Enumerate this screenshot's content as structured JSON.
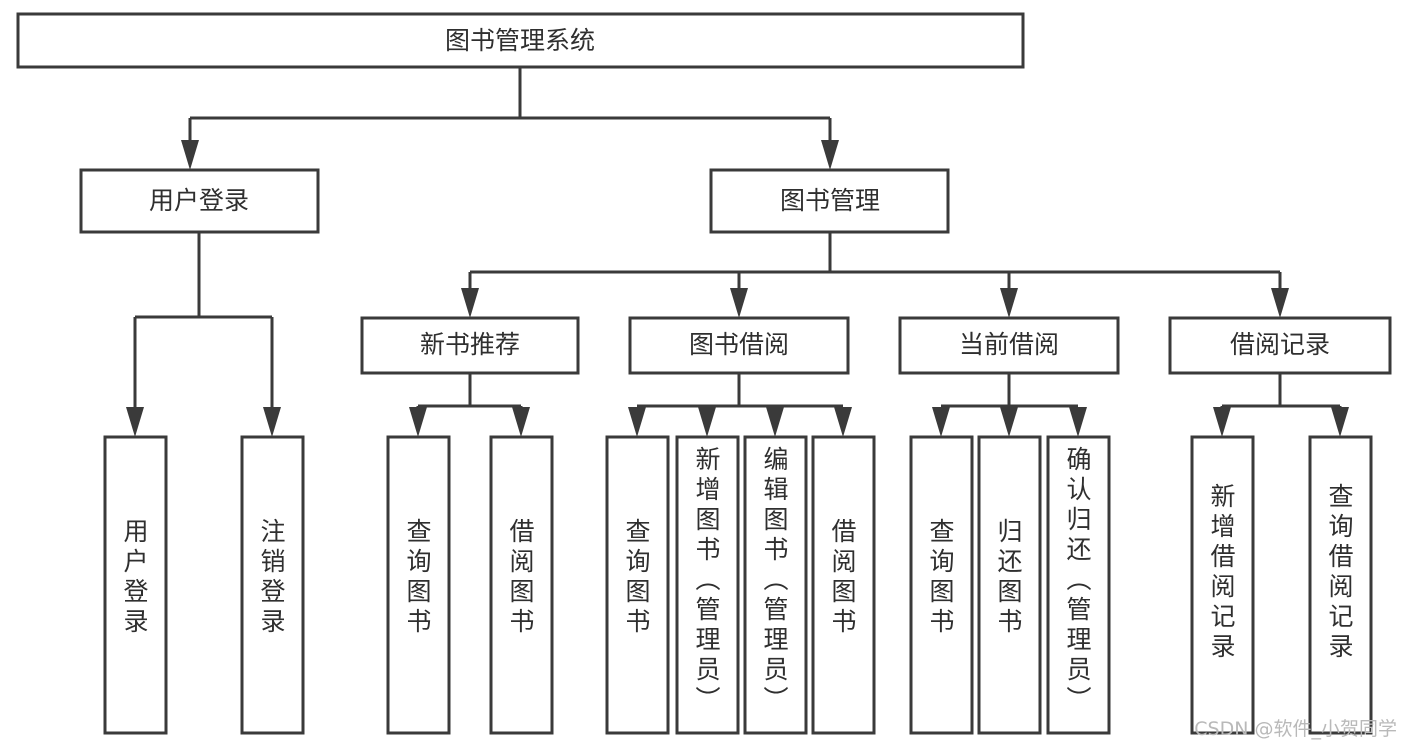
{
  "diagram": {
    "title": "图书管理系统",
    "type": "tree-hierarchy-chart",
    "root": {
      "id": "root",
      "label": "图书管理系统"
    },
    "level2": [
      {
        "id": "user-login",
        "label": "用户登录"
      },
      {
        "id": "book-manage",
        "label": "图书管理"
      }
    ],
    "level3": [
      {
        "id": "new-book-recommend",
        "label": "新书推荐"
      },
      {
        "id": "book-borrow",
        "label": "图书借阅"
      },
      {
        "id": "current-borrow",
        "label": "当前借阅"
      },
      {
        "id": "borrow-record",
        "label": "借阅记录"
      }
    ],
    "leaves": {
      "user-login": [
        {
          "id": "leaf-user-login",
          "label": "用户登录"
        },
        {
          "id": "leaf-logout-login",
          "label": "注销登录"
        }
      ],
      "new-book-recommend": [
        {
          "id": "leaf-query-book-1",
          "label": "查询图书"
        },
        {
          "id": "leaf-borrow-book-1",
          "label": "借阅图书"
        }
      ],
      "book-borrow": [
        {
          "id": "leaf-query-book-2",
          "label": "查询图书"
        },
        {
          "id": "leaf-add-book",
          "label": "新增图书（管理员）"
        },
        {
          "id": "leaf-edit-book",
          "label": "编辑图书（管理员）"
        },
        {
          "id": "leaf-borrow-book-2",
          "label": "借阅图书"
        }
      ],
      "current-borrow": [
        {
          "id": "leaf-query-book-3",
          "label": "查询图书"
        },
        {
          "id": "leaf-return-book",
          "label": "归还图书"
        },
        {
          "id": "leaf-confirm-return",
          "label": "确认归还（管理员）"
        }
      ],
      "borrow-record": [
        {
          "id": "leaf-add-record",
          "label": "新增借阅记录"
        },
        {
          "id": "leaf-query-record",
          "label": "查询借阅记录"
        }
      ]
    }
  },
  "watermark": {
    "text": "CSDN @软件_小贺同学"
  },
  "colors": {
    "stroke": "#3a3a3a",
    "box_fill": "#ffffff",
    "text": "#2f2f2f",
    "background": "#ffffff",
    "watermark": "#b9b9b9"
  }
}
